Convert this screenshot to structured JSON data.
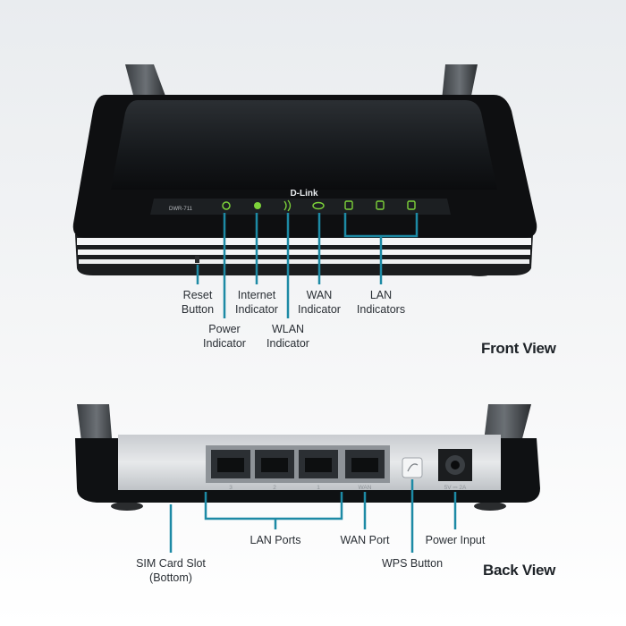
{
  "brand": {
    "logo_text": "D-Link",
    "model_text": "DWR-711"
  },
  "front_view": {
    "title": "Front View",
    "labels": {
      "reset_button": [
        "Reset",
        "Button"
      ],
      "power_indicator": [
        "Power",
        "Indicator"
      ],
      "internet_indicator": [
        "Internet",
        "Indicator"
      ],
      "wlan_indicator": [
        "WLAN",
        "Indicator"
      ],
      "wan_indicator": [
        "WAN",
        "Indicator"
      ],
      "lan_indicators": [
        "LAN",
        "Indicators"
      ]
    }
  },
  "back_view": {
    "title": "Back View",
    "labels": {
      "sim_card_slot": [
        "SIM Card Slot",
        "(Bottom)"
      ],
      "lan_ports": "LAN Ports",
      "wan_port": "WAN Port",
      "wps_button": "WPS Button",
      "power_input": "Power Input"
    },
    "port_numbers": [
      "3",
      "2",
      "1",
      "WAN"
    ],
    "power_rating": "5V ⎓ 2A"
  },
  "colors": {
    "callout": "#1d8aa5",
    "led": "#7dd33a",
    "body": "#121416",
    "background_top": "#eceef1",
    "background_bottom": "#ffffff"
  }
}
